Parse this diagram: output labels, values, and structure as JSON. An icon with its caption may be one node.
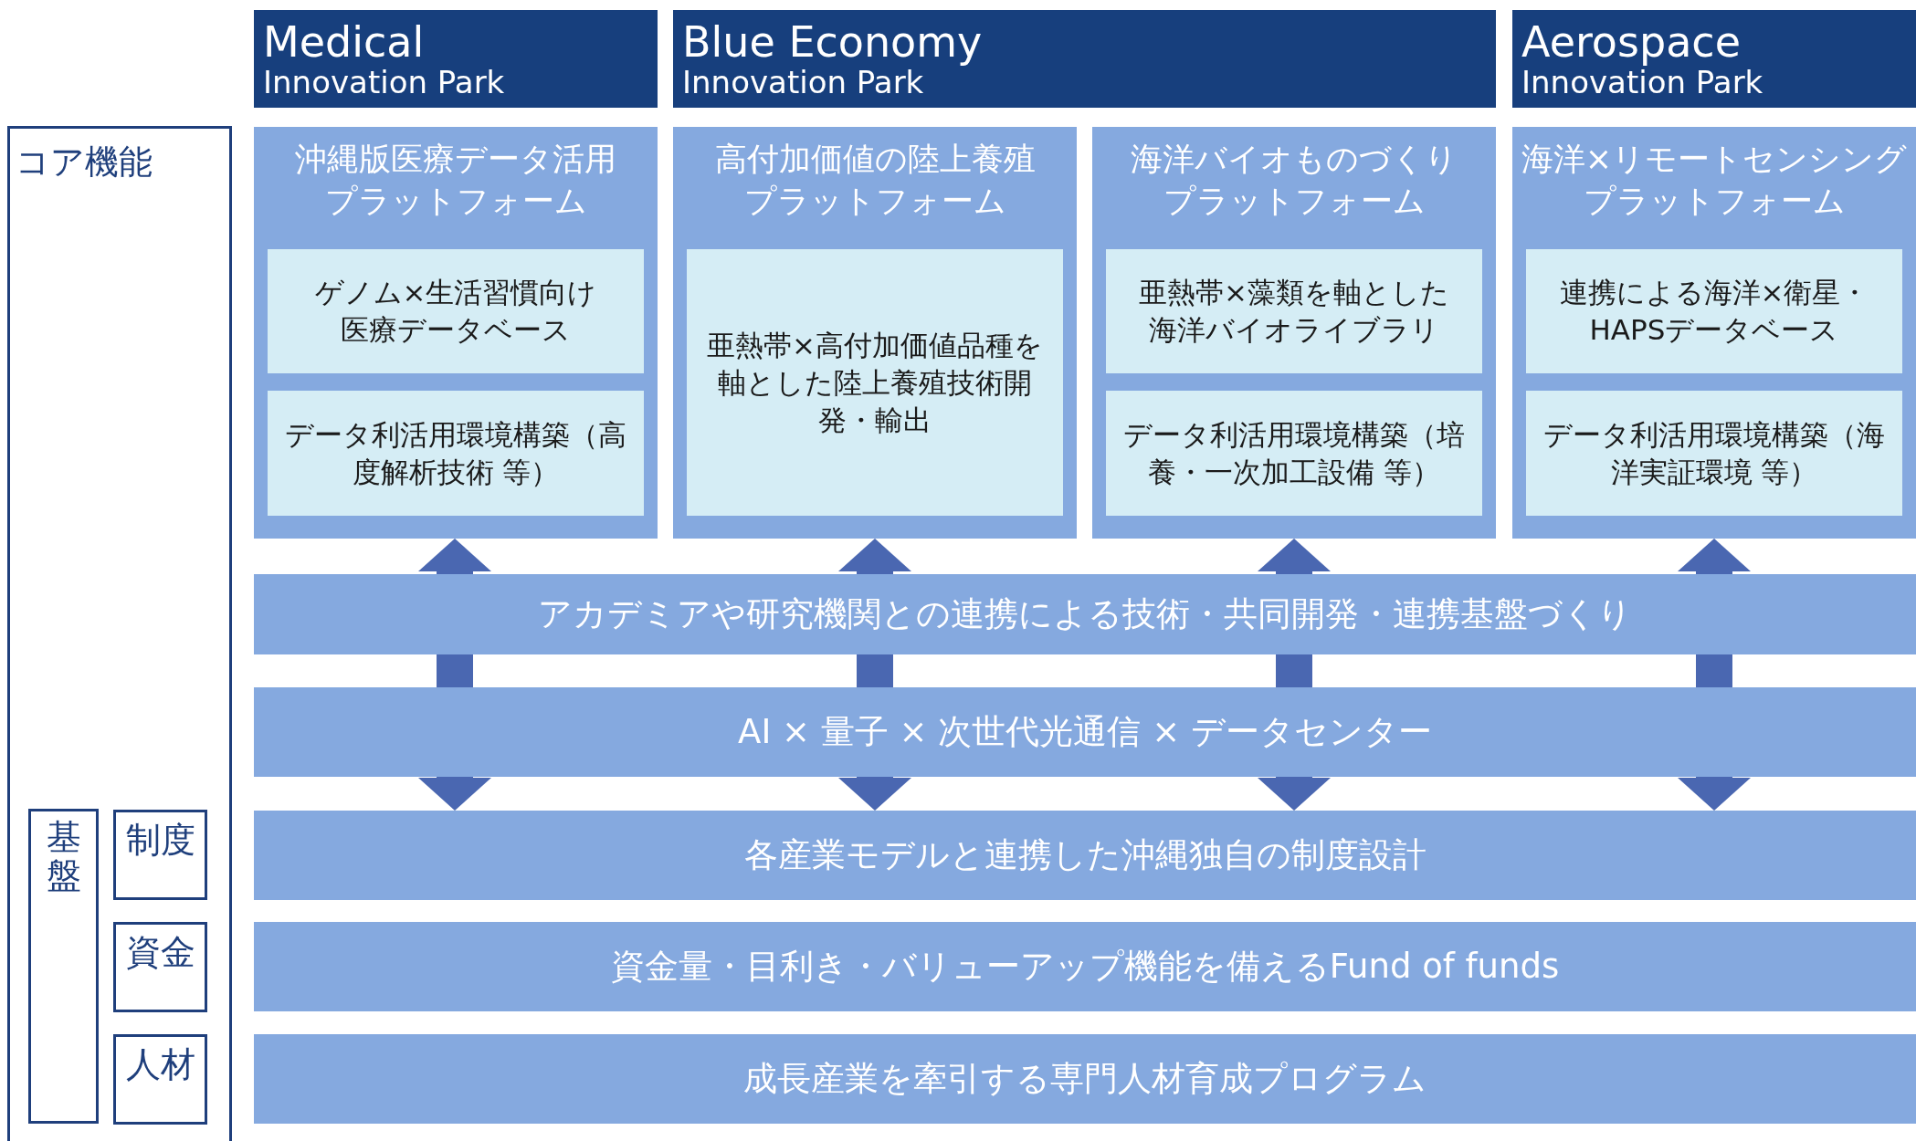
{
  "diagram": {
    "nodes": [
      {
        "text": [
          "Medical",
          "Innovation Park"
        ]
      },
      {
        "text": [
          "Blue Economy",
          "Innovation Park"
        ]
      },
      {
        "text": [
          "Aerospace",
          "Innovation Park"
        ]
      },
      {
        "text": [
          "コア機能"
        ]
      },
      {
        "text": [
          "沖縄版医療データ活用プラットフォーム"
        ]
      },
      {
        "text": [
          "ゲノム×生活習慣向け医療データベース"
        ],
        "in": 4
      },
      {
        "text": [
          "データ利活用環境構築（高度解析技術 等）"
        ],
        "in": 4
      },
      {
        "text": [
          "高付加価値の陸上養殖プラットフォーム"
        ]
      },
      {
        "text": [
          "亜熱帯×高付加価値品種を軸とした陸上養殖技術開発・輸出"
        ],
        "in": 7
      },
      {
        "text": [
          "海洋バイオものづくりプラットフォーム"
        ]
      },
      {
        "text": [
          "亜熱帯×藻類を軸とした海洋バイオライブラリ"
        ],
        "in": 9
      },
      {
        "text": [
          "データ利活用環境構築（培養・一次加工設備 等）"
        ],
        "in": 9
      },
      {
        "text": [
          "海洋×リモートセンシングプラットフォーム"
        ]
      },
      {
        "text": [
          "連携による海洋×衛星・HAPSデータベース"
        ],
        "in": 12
      },
      {
        "text": [
          "データ利活用環境構築（海洋実証環境 等）"
        ],
        "in": 12
      },
      {
        "text": [
          "アカデミアや研究機関との連携による技術・共同開発・連携基盤づくり"
        ]
      },
      {
        "text": [
          "AI × 量子 × 次世代光通信 × データセンター"
        ]
      },
      {
        "text": [
          "各産業モデルと連携した沖縄独自の制度設計"
        ]
      },
      {
        "text": [
          "資金量・目利き・バリューアップ機能を備えるFund of funds"
        ]
      },
      {
        "text": [
          "成長産業を牽引する専門人材育成プログラム"
        ]
      },
      {
        "text": [
          "基盤"
        ],
        "in": 3
      },
      {
        "text": [
          "制度"
        ],
        "in": 3
      },
      {
        "text": [
          "資金"
        ],
        "in": 3
      },
      {
        "text": [
          "人材"
        ],
        "in": 3
      }
    ],
    "edges": [
      {
        "from": 15,
        "to": 4,
        "arrow": "to"
      },
      {
        "from": 15,
        "to": 16,
        "arrow": "none"
      },
      {
        "from": 16,
        "to": 17,
        "arrow": "to"
      },
      {
        "from": 15,
        "to": 7,
        "arrow": "to"
      },
      {
        "from": 15,
        "to": 16,
        "arrow": "none"
      },
      {
        "from": 16,
        "to": 17,
        "arrow": "to"
      },
      {
        "from": 15,
        "to": 9,
        "arrow": "to"
      },
      {
        "from": 15,
        "to": 16,
        "arrow": "none"
      },
      {
        "from": 16,
        "to": 17,
        "arrow": "to"
      },
      {
        "from": 15,
        "to": 12,
        "arrow": "to"
      },
      {
        "from": 15,
        "to": 16,
        "arrow": "none"
      },
      {
        "from": 16,
        "to": 17,
        "arrow": "to"
      }
    ]
  }
}
